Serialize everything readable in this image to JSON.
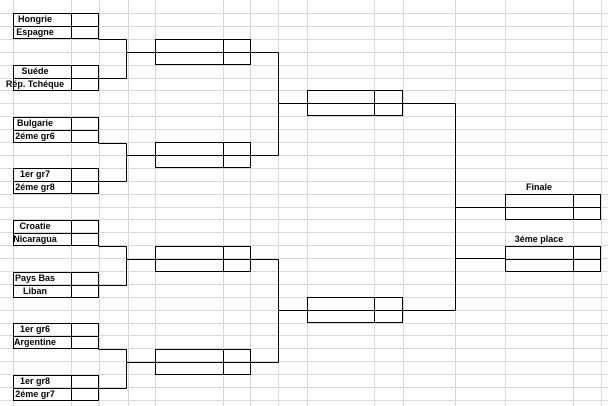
{
  "bracket": {
    "round1": [
      {
        "top": "Hongrie",
        "bottom": "Espagne"
      },
      {
        "top": "Suéde",
        "bottom": "Rép. Tchéque"
      },
      {
        "top": "Bulgarie",
        "bottom": "2éme gr6"
      },
      {
        "top": "1er gr7",
        "bottom": "2éme gr8"
      },
      {
        "top": "Croatie",
        "bottom": "Nicaragua"
      },
      {
        "top": "Pays Bas",
        "bottom": "Liban"
      },
      {
        "top": "1er gr6",
        "bottom": "Argentine"
      },
      {
        "top": "1er gr8",
        "bottom": "2éme gr7"
      }
    ],
    "final_label": "Finale",
    "third_place_label": "3éme place"
  }
}
